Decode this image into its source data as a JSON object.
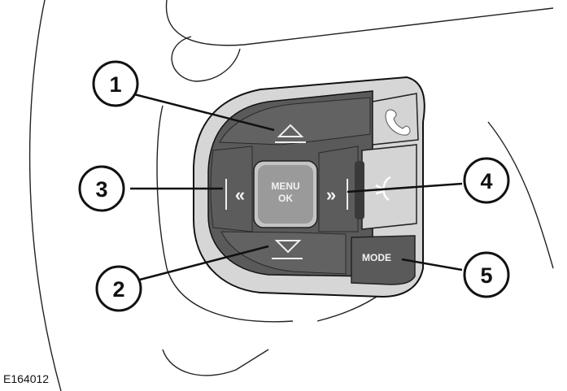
{
  "figure_code": "E164012",
  "buttons": {
    "menu_ok_line1": "MENU",
    "menu_ok_line2": "OK",
    "mode": "MODE",
    "left_arrows": "«",
    "right_arrows": "»"
  },
  "callouts": [
    {
      "number": "1",
      "target": "up-button"
    },
    {
      "number": "2",
      "target": "down-button"
    },
    {
      "number": "3",
      "target": "left-button"
    },
    {
      "number": "4",
      "target": "right-button"
    },
    {
      "number": "5",
      "target": "mode-button"
    }
  ],
  "colors": {
    "button_dark": "#5e5e5e",
    "button_light": "#cfcfcf",
    "outline": "#111111"
  }
}
